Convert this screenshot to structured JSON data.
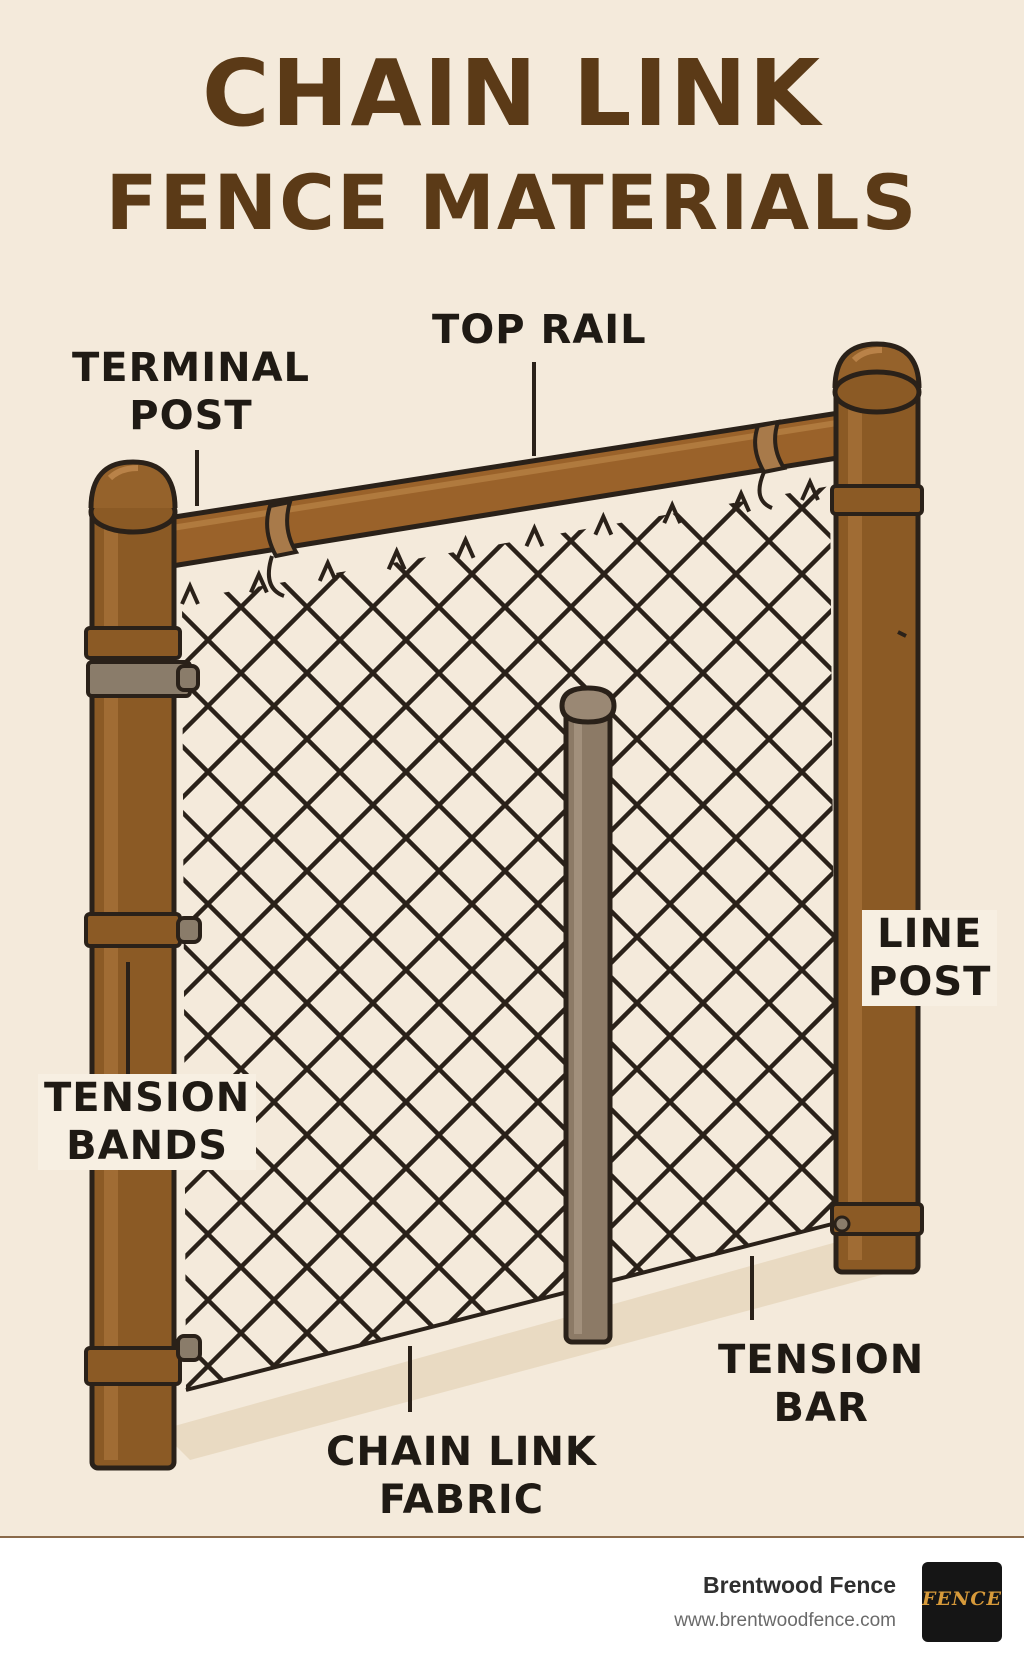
{
  "title": {
    "line1": "CHAIN LINK",
    "line2": "FENCE MATERIALS"
  },
  "labels": {
    "terminal_post": [
      "TERMINAL",
      "POST"
    ],
    "top_rail": "TOP RAIL",
    "line_post": [
      "LINE",
      "POST"
    ],
    "tension_bands": [
      "TENSION",
      "BANDS"
    ],
    "tension_bar": [
      "TENSION",
      "BAR"
    ],
    "chain_link_fabric": [
      "CHAIN LINK",
      "FABRIC"
    ]
  },
  "footer": {
    "brand_name": "Brentwood Fence",
    "brand_url": "www.brentwoodfence.com",
    "logo_text": "FENCE"
  },
  "colors": {
    "background": "#f4eadb",
    "title": "#5b3a17",
    "post_wood": "#8b5a25",
    "mesh": "#2a2119",
    "line_post_metal": "#8c7a66"
  }
}
